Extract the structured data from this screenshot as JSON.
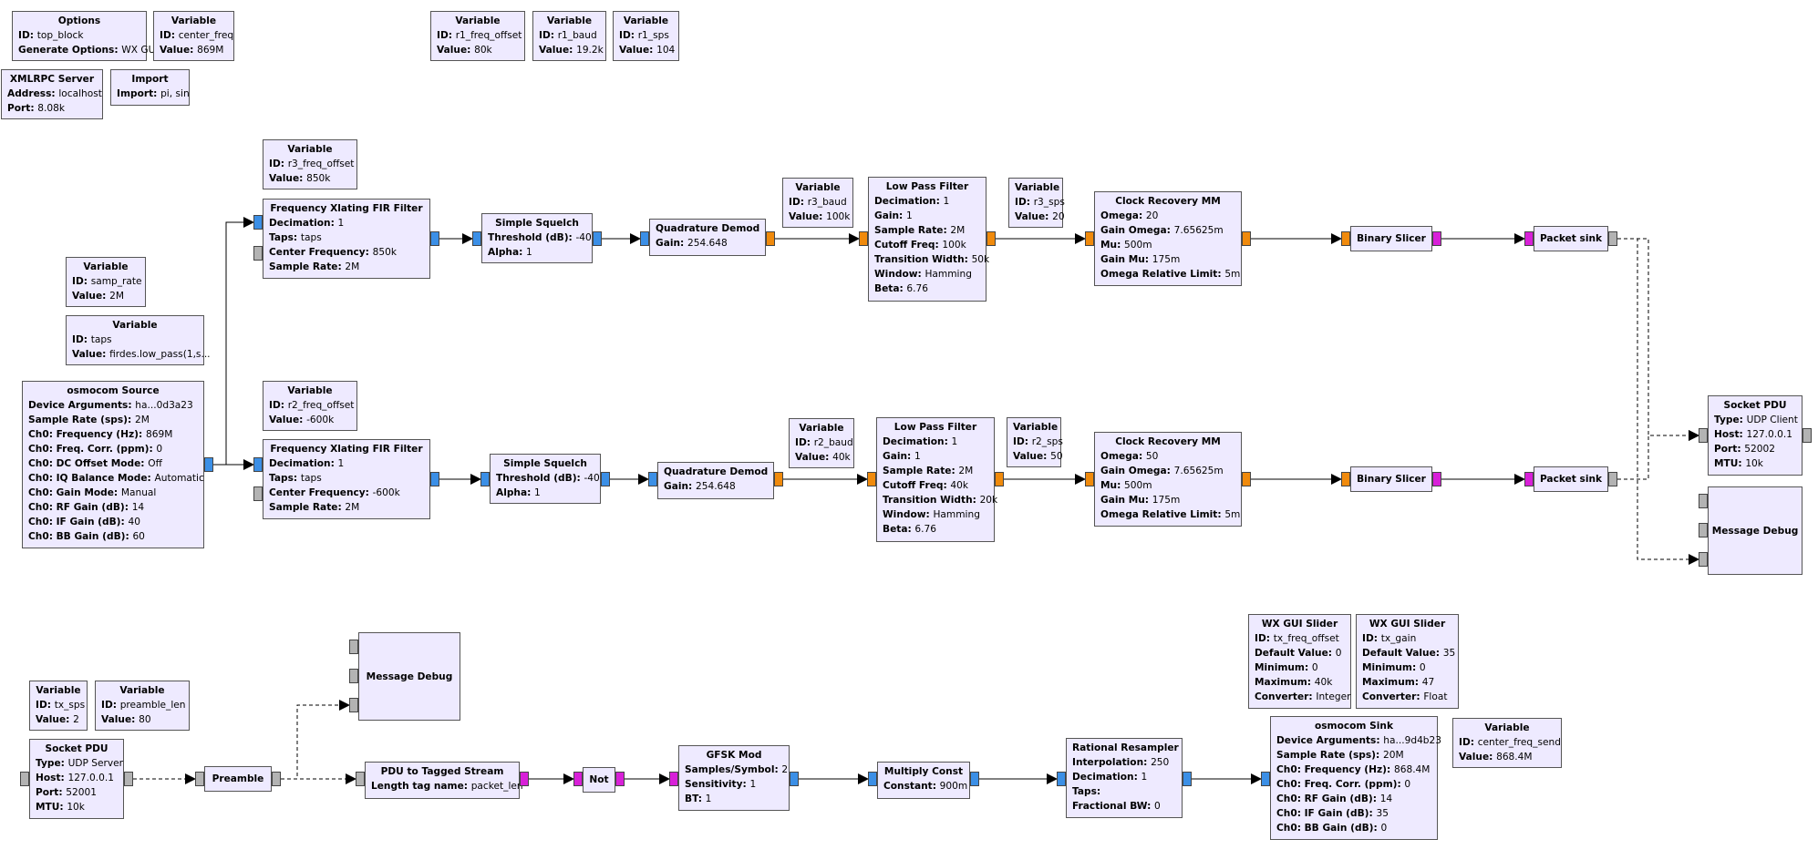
{
  "diagram": {
    "blocks": [
      {
        "id": "options",
        "title": "Options",
        "params": [
          [
            "ID",
            "top_block"
          ],
          [
            "Generate Options",
            "WX GUI"
          ]
        ]
      },
      {
        "id": "var-center-freq",
        "title": "Variable",
        "params": [
          [
            "ID",
            "center_freq"
          ],
          [
            "Value",
            "869M"
          ]
        ]
      },
      {
        "id": "var-r1-freq-offset",
        "title": "Variable",
        "params": [
          [
            "ID",
            "r1_freq_offset"
          ],
          [
            "Value",
            "80k"
          ]
        ]
      },
      {
        "id": "var-r1-baud",
        "title": "Variable",
        "params": [
          [
            "ID",
            "r1_baud"
          ],
          [
            "Value",
            "19.2k"
          ]
        ]
      },
      {
        "id": "var-r1-sps",
        "title": "Variable",
        "params": [
          [
            "ID",
            "r1_sps"
          ],
          [
            "Value",
            "104"
          ]
        ]
      },
      {
        "id": "xmlrpc-server",
        "title": "XMLRPC Server",
        "params": [
          [
            "Address",
            "localhost"
          ],
          [
            "Port",
            "8.08k"
          ]
        ]
      },
      {
        "id": "import",
        "title": "Import",
        "params": [
          [
            "Import",
            "pi, sin"
          ]
        ]
      },
      {
        "id": "var-r3-freq-offset",
        "title": "Variable",
        "params": [
          [
            "ID",
            "r3_freq_offset"
          ],
          [
            "Value",
            "850k"
          ]
        ]
      },
      {
        "id": "fxlate-top",
        "title": "Frequency Xlating FIR Filter",
        "params": [
          [
            "Decimation",
            "1"
          ],
          [
            "Taps",
            "taps"
          ],
          [
            "Center Frequency",
            "850k"
          ],
          [
            "Sample Rate",
            "2M"
          ]
        ]
      },
      {
        "id": "squelch-top",
        "title": "Simple Squelch",
        "params": [
          [
            "Threshold (dB)",
            "-40"
          ],
          [
            "Alpha",
            "1"
          ]
        ]
      },
      {
        "id": "quad-top",
        "title": "Quadrature Demod",
        "params": [
          [
            "Gain",
            "254.648"
          ]
        ]
      },
      {
        "id": "var-r3-baud",
        "title": "Variable",
        "params": [
          [
            "ID",
            "r3_baud"
          ],
          [
            "Value",
            "100k"
          ]
        ]
      },
      {
        "id": "lpf-top",
        "title": "Low Pass Filter",
        "params": [
          [
            "Decimation",
            "1"
          ],
          [
            "Gain",
            "1"
          ],
          [
            "Sample Rate",
            "2M"
          ],
          [
            "Cutoff Freq",
            "100k"
          ],
          [
            "Transition Width",
            "50k"
          ],
          [
            "Window",
            "Hamming"
          ],
          [
            "Beta",
            "6.76"
          ]
        ]
      },
      {
        "id": "var-r3-sps",
        "title": "Variable",
        "params": [
          [
            "ID",
            "r3_sps"
          ],
          [
            "Value",
            "20"
          ]
        ]
      },
      {
        "id": "clock-top",
        "title": "Clock Recovery MM",
        "params": [
          [
            "Omega",
            "20"
          ],
          [
            "Gain Omega",
            "7.65625m"
          ],
          [
            "Mu",
            "500m"
          ],
          [
            "Gain Mu",
            "175m"
          ],
          [
            "Omega Relative Limit",
            "5m"
          ]
        ]
      },
      {
        "id": "slicer-top",
        "title": "Binary Slicer",
        "params": []
      },
      {
        "id": "sink-top",
        "title": "Packet sink",
        "params": []
      },
      {
        "id": "var-samp-rate",
        "title": "Variable",
        "params": [
          [
            "ID",
            "samp_rate"
          ],
          [
            "Value",
            "2M"
          ]
        ]
      },
      {
        "id": "var-taps",
        "title": "Variable",
        "params": [
          [
            "ID",
            "taps"
          ],
          [
            "Value",
            "firdes.low_pass(1,s..."
          ]
        ]
      },
      {
        "id": "osmo-source",
        "title": "osmocom Source",
        "params": [
          [
            "Device Arguments",
            "ha...0d3a23"
          ],
          [
            "Sample Rate (sps)",
            "2M"
          ],
          [
            "Ch0: Frequency (Hz)",
            "869M"
          ],
          [
            "Ch0: Freq. Corr. (ppm)",
            "0"
          ],
          [
            "Ch0: DC Offset Mode",
            "Off"
          ],
          [
            "Ch0: IQ Balance Mode",
            "Automatic"
          ],
          [
            "Ch0: Gain Mode",
            "Manual"
          ],
          [
            "Ch0: RF Gain (dB)",
            "14"
          ],
          [
            "Ch0: IF Gain (dB)",
            "40"
          ],
          [
            "Ch0: BB Gain (dB)",
            "60"
          ]
        ]
      },
      {
        "id": "var-r2-freq-offset",
        "title": "Variable",
        "params": [
          [
            "ID",
            "r2_freq_offset"
          ],
          [
            "Value",
            "-600k"
          ]
        ]
      },
      {
        "id": "fxlate-bot",
        "title": "Frequency Xlating FIR Filter",
        "params": [
          [
            "Decimation",
            "1"
          ],
          [
            "Taps",
            "taps"
          ],
          [
            "Center Frequency",
            "-600k"
          ],
          [
            "Sample Rate",
            "2M"
          ]
        ]
      },
      {
        "id": "squelch-bot",
        "title": "Simple Squelch",
        "params": [
          [
            "Threshold (dB)",
            "-40"
          ],
          [
            "Alpha",
            "1"
          ]
        ]
      },
      {
        "id": "quad-bot",
        "title": "Quadrature Demod",
        "params": [
          [
            "Gain",
            "254.648"
          ]
        ]
      },
      {
        "id": "var-r2-baud",
        "title": "Variable",
        "params": [
          [
            "ID",
            "r2_baud"
          ],
          [
            "Value",
            "40k"
          ]
        ]
      },
      {
        "id": "lpf-bot",
        "title": "Low Pass Filter",
        "params": [
          [
            "Decimation",
            "1"
          ],
          [
            "Gain",
            "1"
          ],
          [
            "Sample Rate",
            "2M"
          ],
          [
            "Cutoff Freq",
            "40k"
          ],
          [
            "Transition Width",
            "20k"
          ],
          [
            "Window",
            "Hamming"
          ],
          [
            "Beta",
            "6.76"
          ]
        ]
      },
      {
        "id": "var-r2-sps",
        "title": "Variable",
        "params": [
          [
            "ID",
            "r2_sps"
          ],
          [
            "Value",
            "50"
          ]
        ]
      },
      {
        "id": "clock-bot",
        "title": "Clock Recovery MM",
        "params": [
          [
            "Omega",
            "50"
          ],
          [
            "Gain Omega",
            "7.65625m"
          ],
          [
            "Mu",
            "500m"
          ],
          [
            "Gain Mu",
            "175m"
          ],
          [
            "Omega Relative Limit",
            "5m"
          ]
        ]
      },
      {
        "id": "slicer-bot",
        "title": "Binary Slicer",
        "params": []
      },
      {
        "id": "sink-bot",
        "title": "Packet sink",
        "params": []
      },
      {
        "id": "socket-pdu-client",
        "title": "Socket PDU",
        "params": [
          [
            "Type",
            "UDP Client"
          ],
          [
            "Host",
            "127.0.0.1"
          ],
          [
            "Port",
            "52002"
          ],
          [
            "MTU",
            "10k"
          ]
        ]
      },
      {
        "id": "msg-debug-right",
        "title": "Message Debug",
        "params": []
      },
      {
        "id": "msg-debug-left",
        "title": "Message Debug",
        "params": []
      },
      {
        "id": "var-tx-sps",
        "title": "Variable",
        "params": [
          [
            "ID",
            "tx_sps"
          ],
          [
            "Value",
            "2"
          ]
        ]
      },
      {
        "id": "var-preamble-len",
        "title": "Variable",
        "params": [
          [
            "ID",
            "preamble_len"
          ],
          [
            "Value",
            "80"
          ]
        ]
      },
      {
        "id": "socket-pdu-server",
        "title": "Socket PDU",
        "params": [
          [
            "Type",
            "UDP Server"
          ],
          [
            "Host",
            "127.0.0.1"
          ],
          [
            "Port",
            "52001"
          ],
          [
            "MTU",
            "10k"
          ]
        ]
      },
      {
        "id": "preamble",
        "title": "Preamble",
        "params": []
      },
      {
        "id": "pdu-to-tagged",
        "title": "PDU to Tagged Stream",
        "params": [
          [
            "Length tag name",
            "packet_len"
          ]
        ]
      },
      {
        "id": "not",
        "title": "Not",
        "params": []
      },
      {
        "id": "gfsk-mod",
        "title": "GFSK Mod",
        "params": [
          [
            "Samples/Symbol",
            "2"
          ],
          [
            "Sensitivity",
            "1"
          ],
          [
            "BT",
            "1"
          ]
        ]
      },
      {
        "id": "multiply-const",
        "title": "Multiply Const",
        "params": [
          [
            "Constant",
            "900m"
          ]
        ]
      },
      {
        "id": "rational-resampler",
        "title": "Rational Resampler",
        "params": [
          [
            "Interpolation",
            "250"
          ],
          [
            "Decimation",
            "1"
          ],
          [
            "Taps",
            ""
          ],
          [
            "Fractional BW",
            "0"
          ]
        ]
      },
      {
        "id": "slider-tx-freq-offset",
        "title": "WX GUI Slider",
        "params": [
          [
            "ID",
            "tx_freq_offset"
          ],
          [
            "Default Value",
            "0"
          ],
          [
            "Minimum",
            "0"
          ],
          [
            "Maximum",
            "40k"
          ],
          [
            "Converter",
            "Integer"
          ]
        ]
      },
      {
        "id": "slider-tx-gain",
        "title": "WX GUI Slider",
        "params": [
          [
            "ID",
            "tx_gain"
          ],
          [
            "Default Value",
            "35"
          ],
          [
            "Minimum",
            "0"
          ],
          [
            "Maximum",
            "47"
          ],
          [
            "Converter",
            "Float"
          ]
        ]
      },
      {
        "id": "osmo-sink",
        "title": "osmocom Sink",
        "params": [
          [
            "Device Arguments",
            "ha...9d4b23"
          ],
          [
            "Sample Rate (sps)",
            "20M"
          ],
          [
            "Ch0: Frequency (Hz)",
            "868.4M"
          ],
          [
            "Ch0: Freq. Corr. (ppm)",
            "0"
          ],
          [
            "Ch0: RF Gain (dB)",
            "14"
          ],
          [
            "Ch0: IF Gain (dB)",
            "35"
          ],
          [
            "Ch0: BB Gain (dB)",
            "0"
          ]
        ]
      },
      {
        "id": "var-center-freq-send",
        "title": "Variable",
        "params": [
          [
            "ID",
            "center_freq_send"
          ],
          [
            "Value",
            "868.4M"
          ]
        ]
      }
    ],
    "port_colors": {
      "complex": "#3b8fe6",
      "float": "#f08a0c",
      "byte": "#d820d8",
      "message": "#b3b3b3"
    }
  }
}
